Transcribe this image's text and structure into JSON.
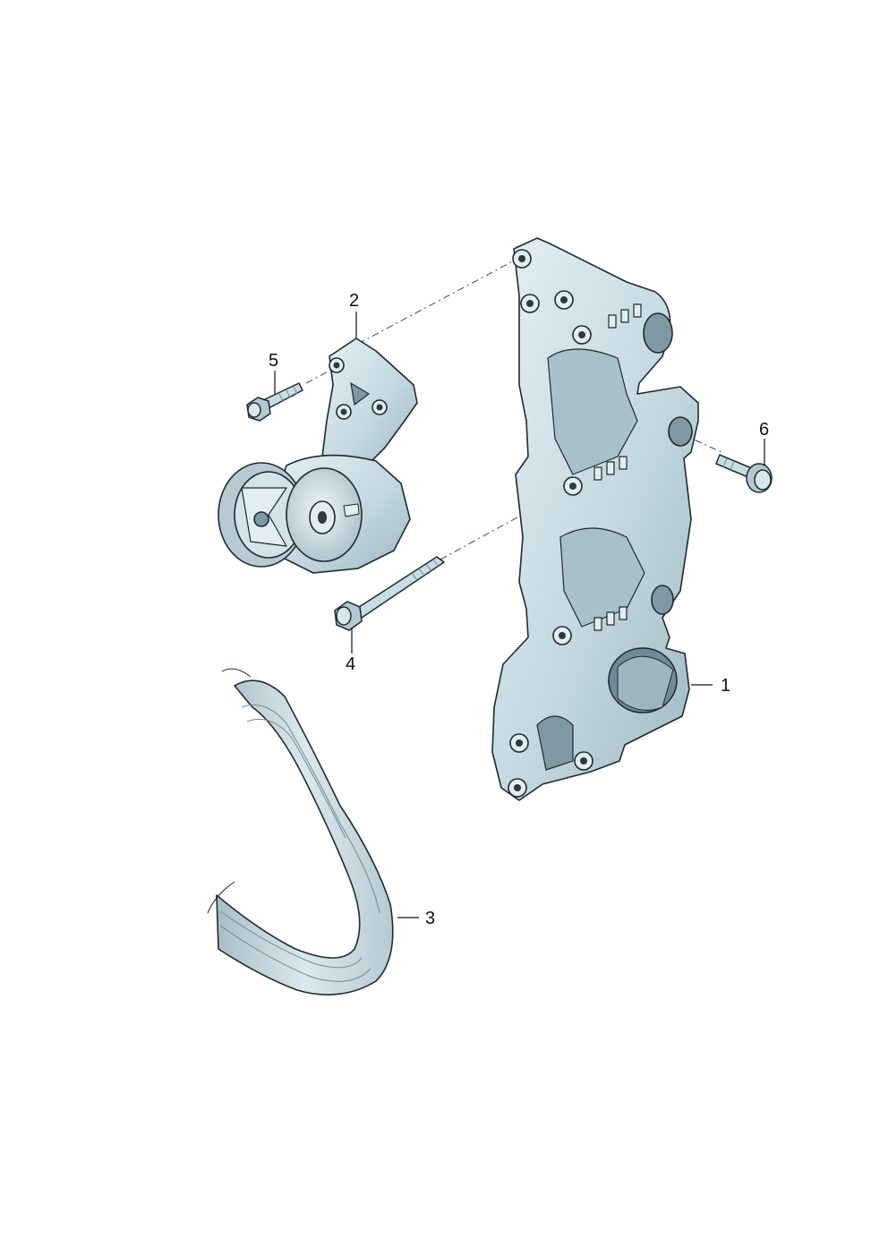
{
  "diagram": {
    "callouts": [
      {
        "id": "1",
        "label": "1"
      },
      {
        "id": "2",
        "label": "2"
      },
      {
        "id": "3",
        "label": "3"
      },
      {
        "id": "4",
        "label": "4"
      },
      {
        "id": "5",
        "label": "5"
      },
      {
        "id": "6",
        "label": "6"
      }
    ],
    "colors": {
      "part_fill": "#c9dde4",
      "part_light": "#e2eef2",
      "part_dark": "#7f99a4",
      "outline": "#1f2a30",
      "background": "#ffffff"
    }
  }
}
